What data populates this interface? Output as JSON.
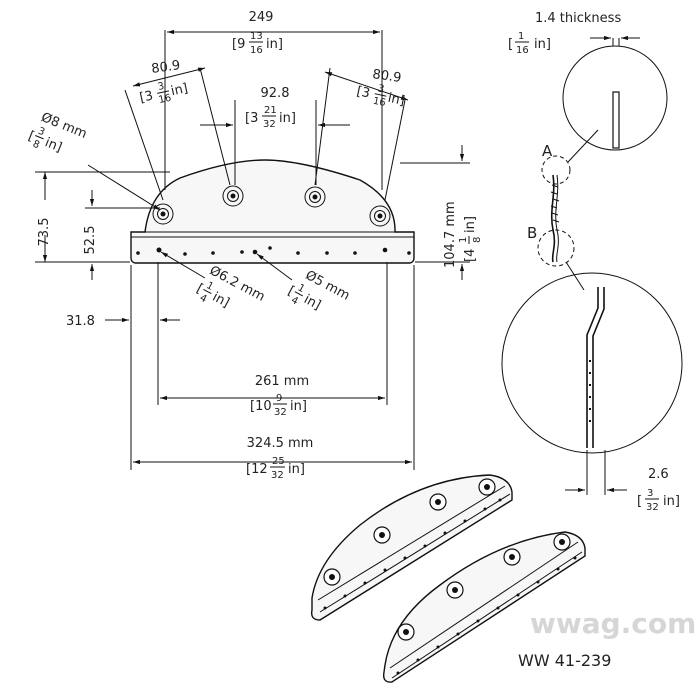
{
  "part_number": "WW 41-239",
  "watermark": "wwag.com",
  "detail_labels": {
    "a": "A",
    "b": "B"
  },
  "dimensions": {
    "overall_top": {
      "mm": "249",
      "in_whole": "9",
      "in_num": "13",
      "in_den": "16",
      "in_unit": "in"
    },
    "left_angle": {
      "mm": "80.9",
      "in_whole": "3",
      "in_num": "3",
      "in_den": "16",
      "in_unit": "in"
    },
    "right_angle": {
      "mm": "80.9",
      "in_whole": "3",
      "in_num": "3",
      "in_den": "16",
      "in_unit": "in"
    },
    "center_span": {
      "mm": "92.8",
      "in_whole": "3",
      "in_num": "21",
      "in_den": "32",
      "in_unit": "in"
    },
    "hole_dia_8": {
      "mm": "Ø8 mm",
      "in_whole": "",
      "in_num": "3",
      "in_den": "8",
      "in_unit": "in"
    },
    "height_73": {
      "mm": "73.5"
    },
    "height_52": {
      "mm": "52.5"
    },
    "height_104": {
      "mm": "104.7 mm",
      "in_whole": "4",
      "in_num": "1",
      "in_den": "8",
      "in_unit": "in"
    },
    "hole_dia_6": {
      "mm": "Ø6.2 mm",
      "in_whole": "",
      "in_num": "1",
      "in_den": "4",
      "in_unit": "in"
    },
    "hole_dia_5": {
      "mm": "Ø5 mm",
      "in_whole": "",
      "in_num": "1",
      "in_den": "4",
      "in_unit": "in"
    },
    "offset_31": {
      "mm": "31.8"
    },
    "hole_span_261": {
      "mm": "261 mm",
      "in_whole": "10",
      "in_num": "9",
      "in_den": "32",
      "in_unit": "in"
    },
    "overall_324": {
      "mm": "324.5 mm",
      "in_whole": "12",
      "in_num": "25",
      "in_den": "32",
      "in_unit": "in"
    },
    "thickness": {
      "mm": "1.4 thickness",
      "in_whole": "",
      "in_num": "1",
      "in_den": "16",
      "in_unit": "in"
    },
    "offset_26": {
      "mm": "2.6",
      "in_whole": "",
      "in_num": "3",
      "in_den": "32",
      "in_unit": "in"
    }
  }
}
